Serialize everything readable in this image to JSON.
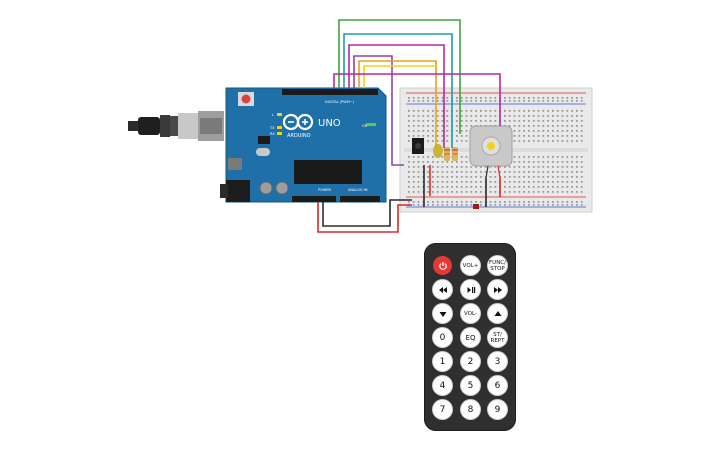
{
  "arduino": {
    "brand": "ARDUINO",
    "model": "UNO",
    "header_digital": "DIGITAL (PWM~)",
    "header_power": "POWER",
    "header_analog": "ANALOG IN",
    "led_on": "ON",
    "led_tx": "TX",
    "led_rx": "RX",
    "led_l": "L"
  },
  "remote": {
    "power_icon": "power-icon",
    "vol_plus": "VOL+",
    "func_stop": "FUNC/\nSTOP",
    "prev_icon": "rewind-icon",
    "play_pause_icon": "play-pause-icon",
    "next_icon": "fast-forward-icon",
    "down_icon": "down-arrow-icon",
    "vol_minus": "VOL-",
    "up_icon": "up-arrow-icon",
    "zero": "0",
    "eq": "EQ",
    "st_rept": "ST/\nREPT",
    "digits": [
      "1",
      "2",
      "3",
      "4",
      "5",
      "6",
      "7",
      "8",
      "9"
    ]
  },
  "colors": {
    "board_blue": "#1f6fa9",
    "wire_red": "#d42a2a",
    "wire_black": "#2b2b2b",
    "wire_green": "#3aa63a",
    "wire_orange": "#e8a317",
    "wire_purple": "#8e44ad",
    "wire_magenta": "#b7299a",
    "wire_teal": "#1e9bb0",
    "wire_yellow": "#f2d21b",
    "remote_body": "#2f2f2f",
    "power_red": "#e53935"
  }
}
